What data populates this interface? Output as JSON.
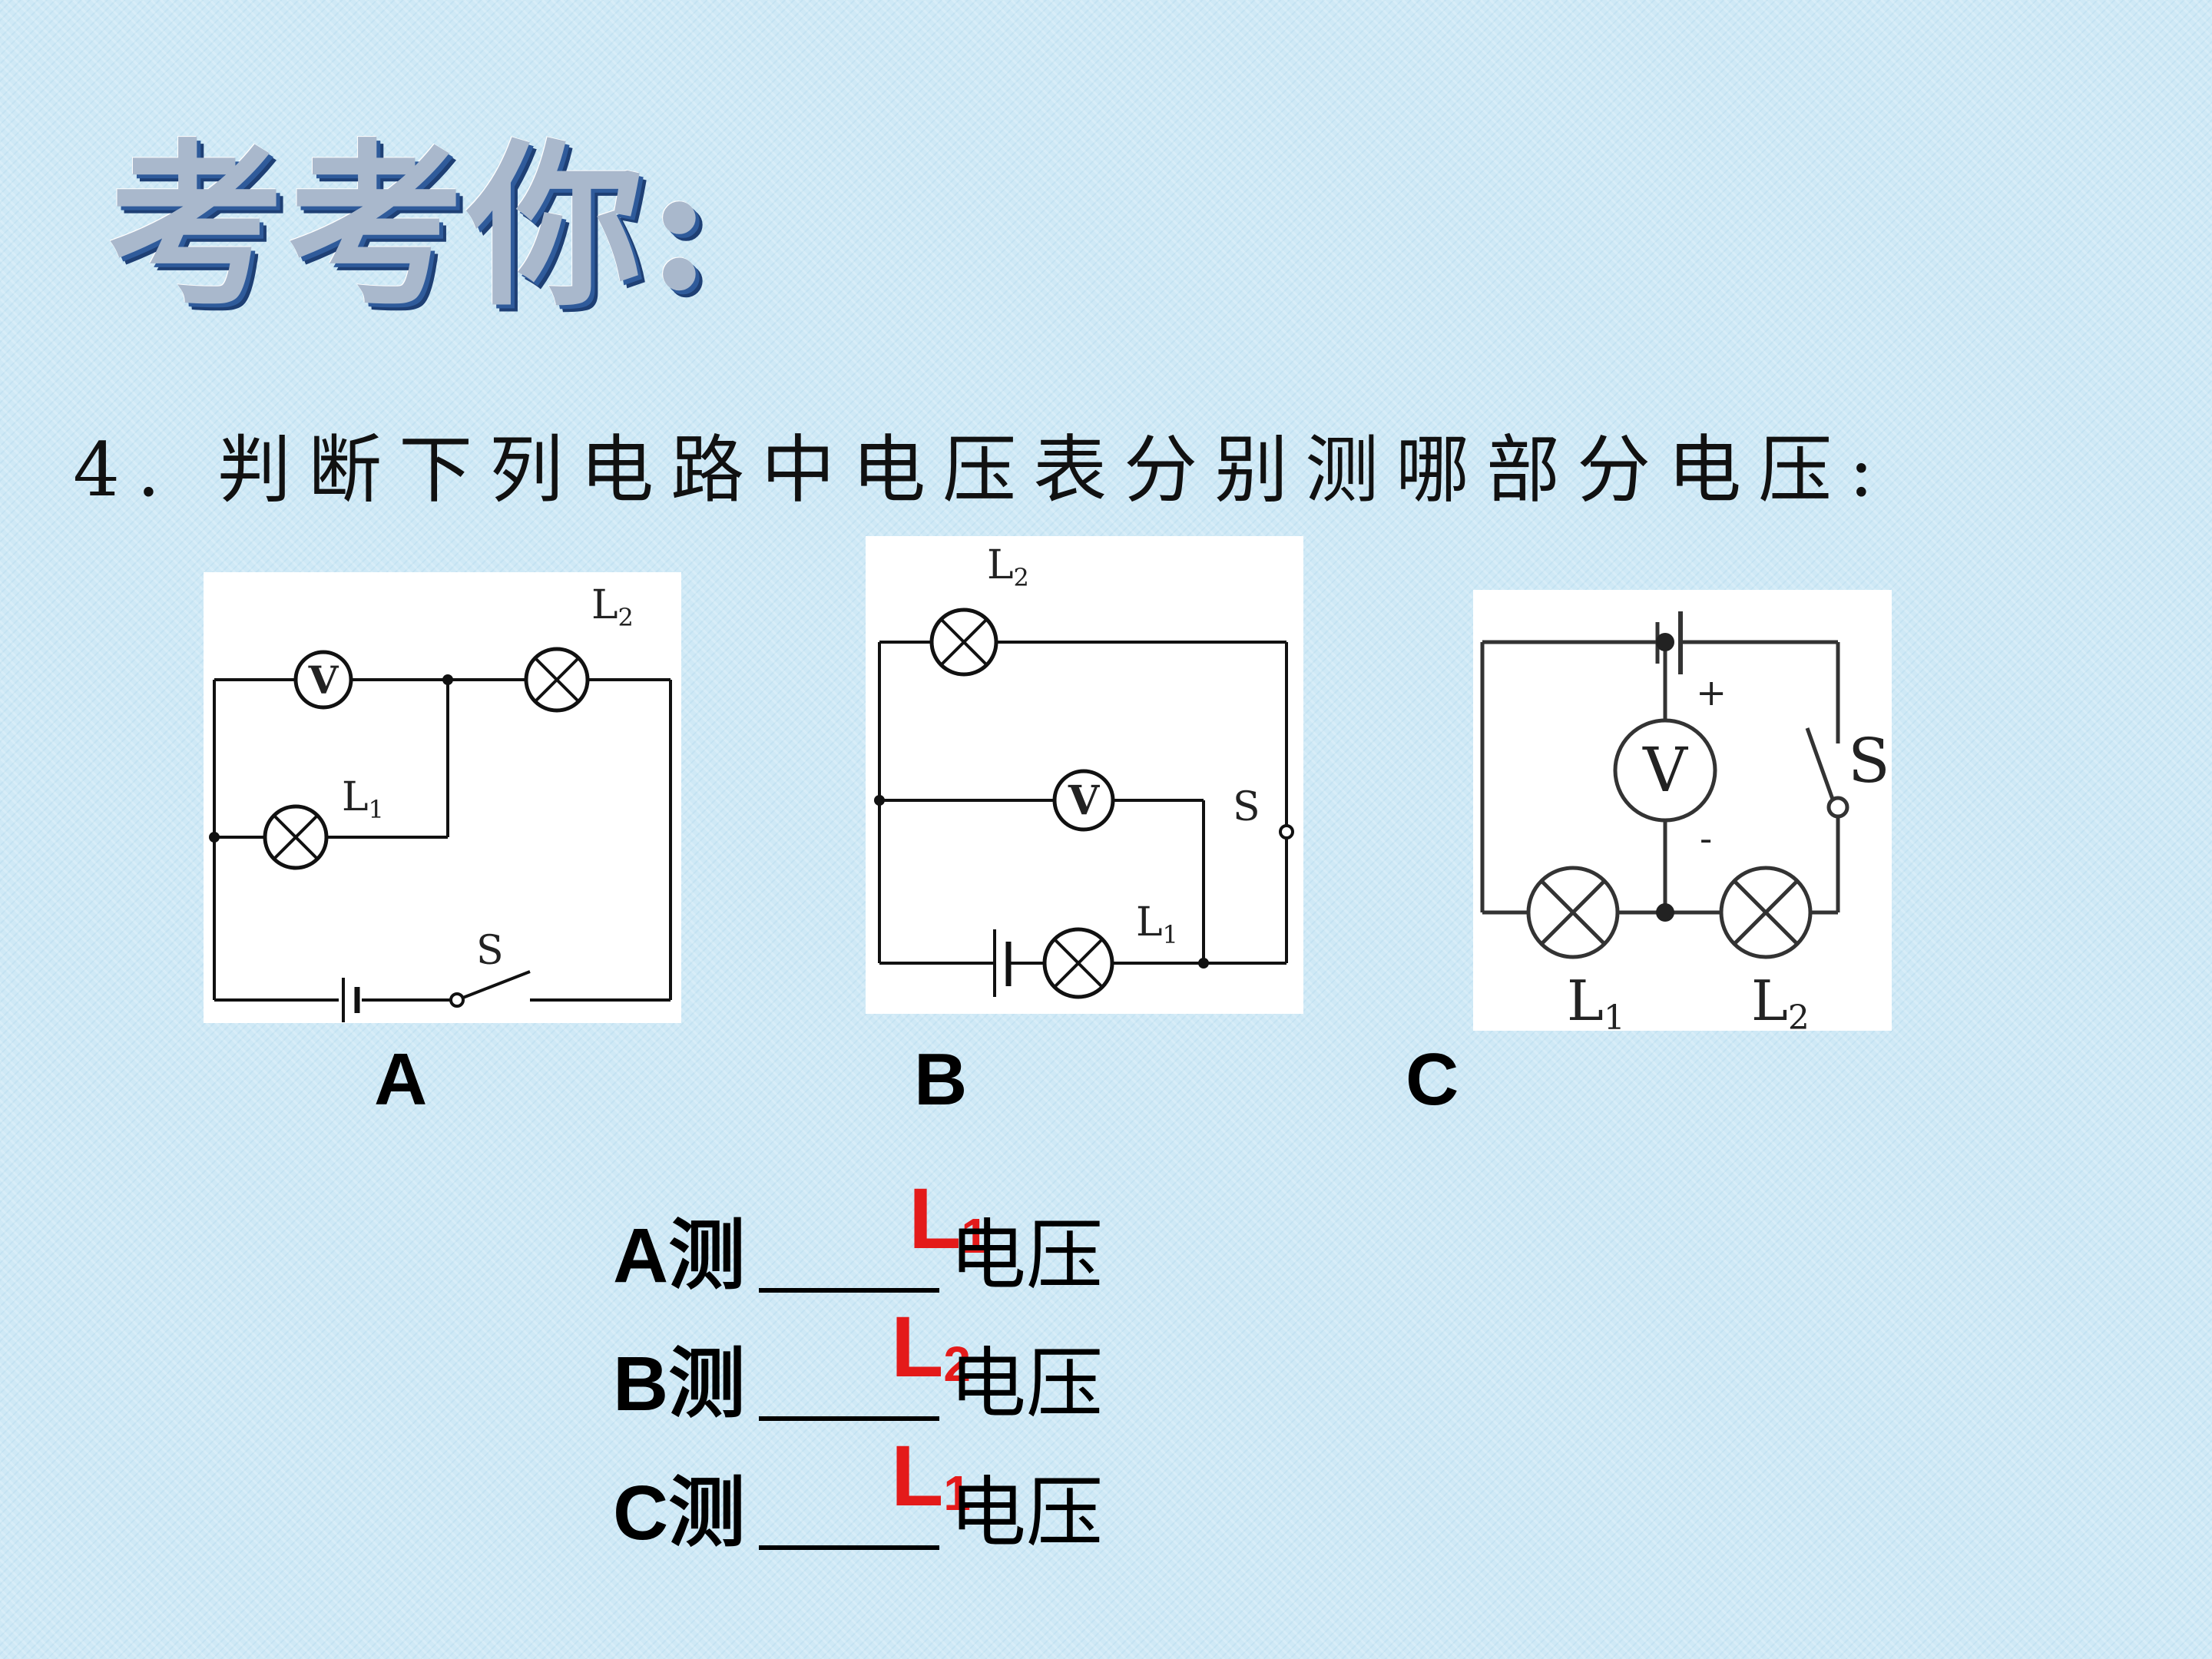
{
  "slide": {
    "title": "考考你:",
    "question": "4. 判断下列电路中电压表分别测哪部分电压:"
  },
  "circuits": {
    "a": {
      "caption": "A",
      "labels": {
        "voltmeter": "V",
        "l1": "L",
        "l1_sub": "1",
        "l2": "L",
        "l2_sub": "2",
        "switch": "S"
      }
    },
    "b": {
      "caption": "B",
      "labels": {
        "voltmeter": "V",
        "l1": "L",
        "l1_sub": "1",
        "l2": "L",
        "l2_sub": "2",
        "switch": "S"
      }
    },
    "c": {
      "caption": "C",
      "labels": {
        "voltmeter": "V",
        "plus": "+",
        "minus": "-",
        "l1": "L",
        "l1_sub": "1",
        "l2": "L",
        "l2_sub": "2",
        "switch": "S"
      }
    }
  },
  "answers": [
    {
      "prefix": "A测",
      "suffix": "电压",
      "answer": "L",
      "answer_sub": "1"
    },
    {
      "prefix": "B测",
      "suffix": "电压",
      "answer": "L",
      "answer_sub": "2"
    },
    {
      "prefix": "C测",
      "suffix": "电压",
      "answer": "L",
      "answer_sub": "1"
    }
  ],
  "colors": {
    "answer": "#e41a1a",
    "title_shadow": "#2f5b9b"
  }
}
